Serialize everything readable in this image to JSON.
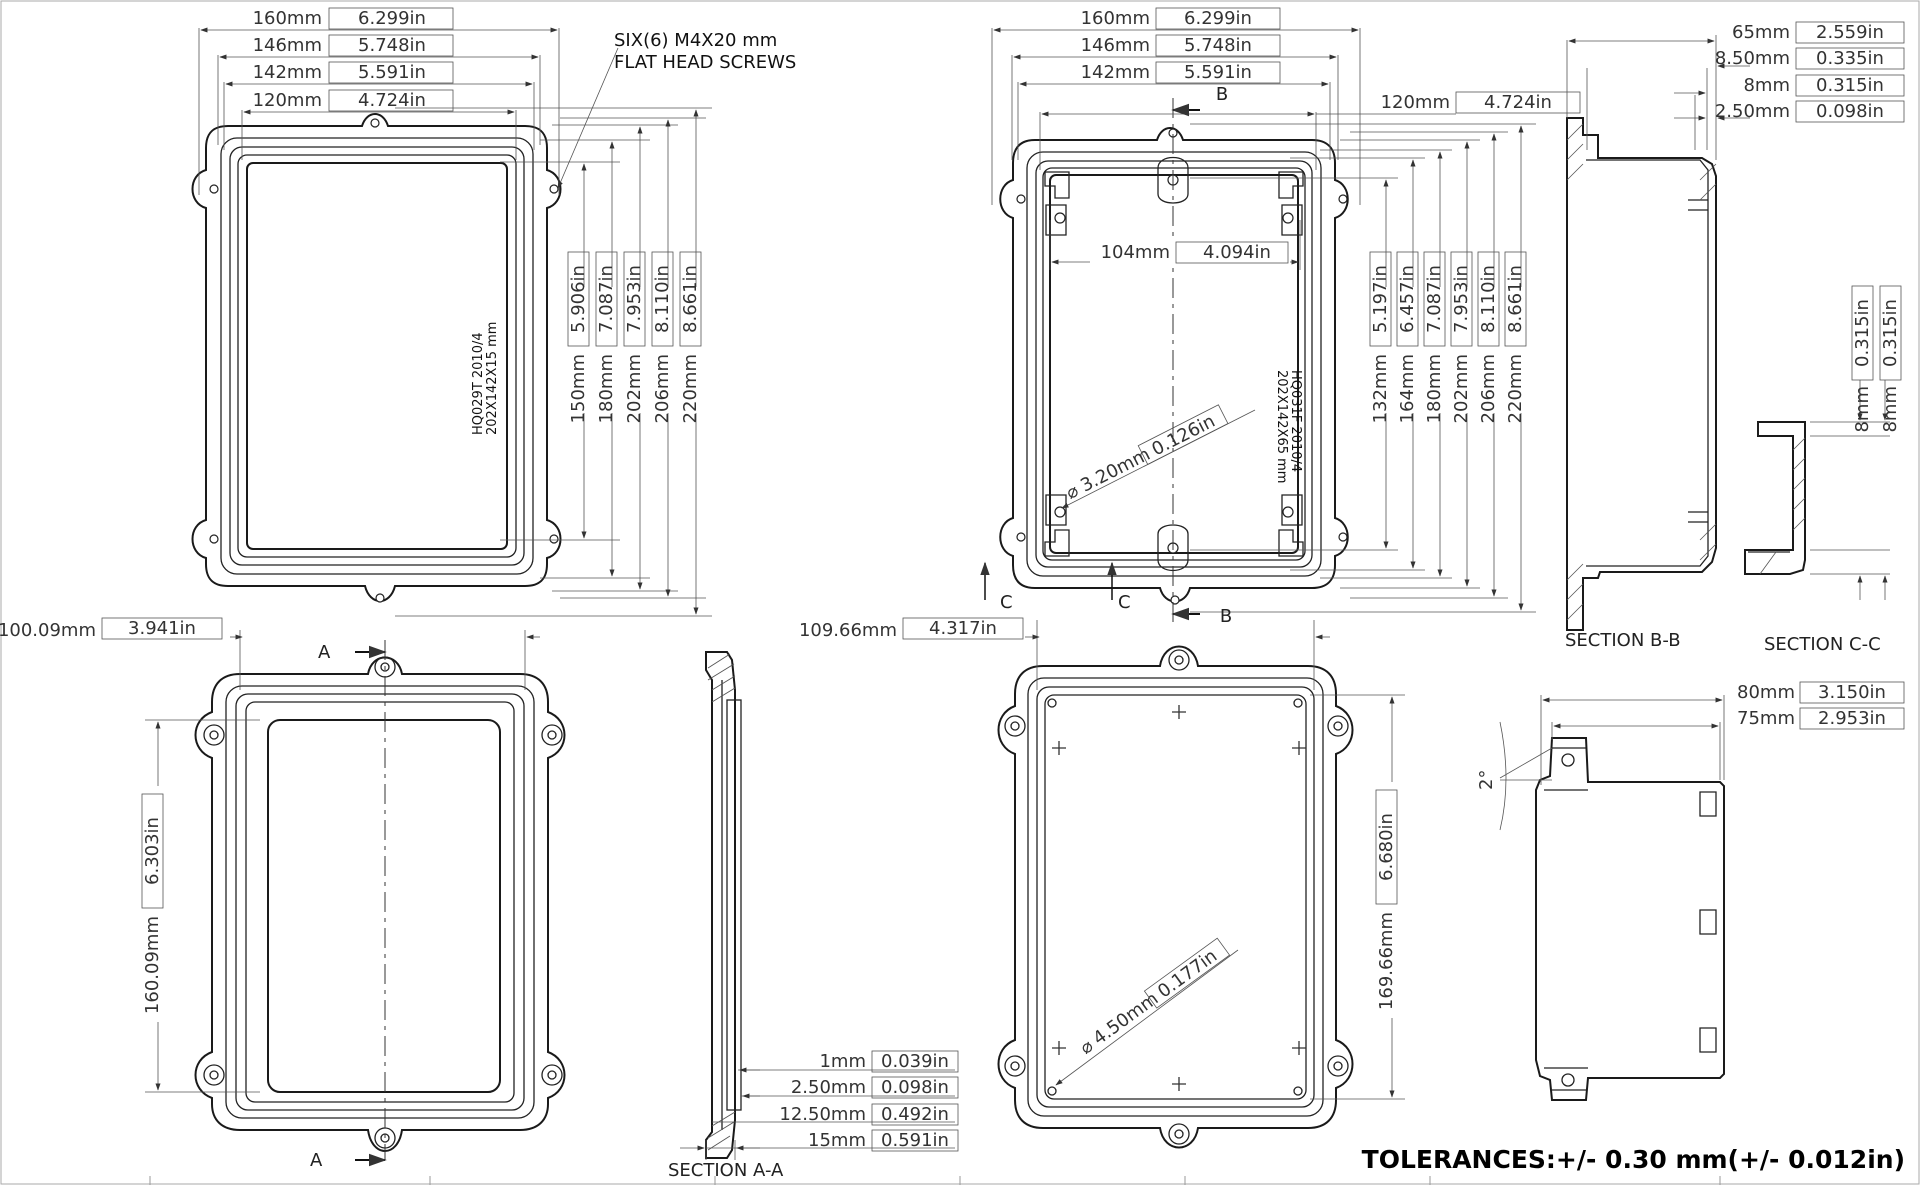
{
  "dims": {
    "tl_160": "160mm",
    "tl_160_in": "6.299in",
    "tl_146": "146mm",
    "tl_146_in": "5.748in",
    "tl_142": "142mm",
    "tl_142_in": "5.591in",
    "tl_120": "120mm",
    "tl_120_in": "4.724in",
    "tl_v150": "150mm",
    "tl_v150_in": "5.906in",
    "tl_v180": "180mm",
    "tl_v180_in": "7.087in",
    "tl_v202": "202mm",
    "tl_v202_in": "7.953in",
    "tl_v206": "206mm",
    "tl_v206_in": "8.110in",
    "tl_v220": "220mm",
    "tl_v220_in": "8.661in",
    "tr_160": "160mm",
    "tr_160_in": "6.299in",
    "tr_146": "146mm",
    "tr_146_in": "5.748in",
    "tr_142": "142mm",
    "tr_142_in": "5.591in",
    "tr_120": "120mm",
    "tr_120_in": "4.724in",
    "tr_104": "104mm",
    "tr_104_in": "4.094in",
    "tr_hole": "3.20mm",
    "tr_hole_in": "0.126in",
    "tr_v132": "132mm",
    "tr_v132_in": "5.197in",
    "tr_v164": "164mm",
    "tr_v164_in": "6.457in",
    "tr_v180": "180mm",
    "tr_v180_in": "7.087in",
    "tr_v202": "202mm",
    "tr_v202_in": "7.953in",
    "tr_v206": "206mm",
    "tr_v206_in": "8.110in",
    "tr_v220": "220mm",
    "tr_v220_in": "8.661in",
    "sb_65": "65mm",
    "sb_65_in": "2.559in",
    "sb_850": "8.50mm",
    "sb_850_in": "0.335in",
    "sb_8": "8mm",
    "sb_8_in": "0.315in",
    "sb_250": "2.50mm",
    "sb_250_in": "0.098in",
    "sc_8a": "8mm",
    "sc_8a_in": "0.315in",
    "sc_8b": "8mm",
    "sc_8b_in": "0.315in",
    "bl_100": "100.09mm",
    "bl_100_in": "3.941in",
    "bl_v160": "160.09mm",
    "bl_v160_in": "6.303in",
    "sa_1": "1mm",
    "sa_1_in": "0.039in",
    "sa_250": "2.50mm",
    "sa_250_in": "0.098in",
    "sa_1250": "12.50mm",
    "sa_1250_in": "0.492in",
    "sa_15": "15mm",
    "sa_15_in": "0.591in",
    "br_109": "109.66mm",
    "br_109_in": "4.317in",
    "br_v169": "169.66mm",
    "br_v169_in": "6.680in",
    "br_hole": "4.50mm",
    "br_hole_in": "0.177in",
    "sr_80": "80mm",
    "sr_80_in": "3.150in",
    "sr_75": "75mm",
    "sr_75_in": "2.953in",
    "draft": "2°"
  },
  "notes": {
    "screws_line1": "SIX(6) M4X20 mm",
    "screws_line2": "FLAT HEAD SCREWS",
    "lid_engraving_1": "HQ029T 2010/4",
    "lid_engraving_2": "202X142X15 mm",
    "base_engraving_1": "HQ031F 2010/4",
    "base_engraving_2": "202X142X65 mm",
    "diameter_symbol": "⌀"
  },
  "labels": {
    "a": "A",
    "b": "B",
    "c": "C",
    "section_aa": "SECTION A-A",
    "section_bb": "SECTION B-B",
    "section_cc": "SECTION C-C"
  },
  "tolerance": "TOLERANCES:+/- 0.30 mm(+/- 0.012in)"
}
